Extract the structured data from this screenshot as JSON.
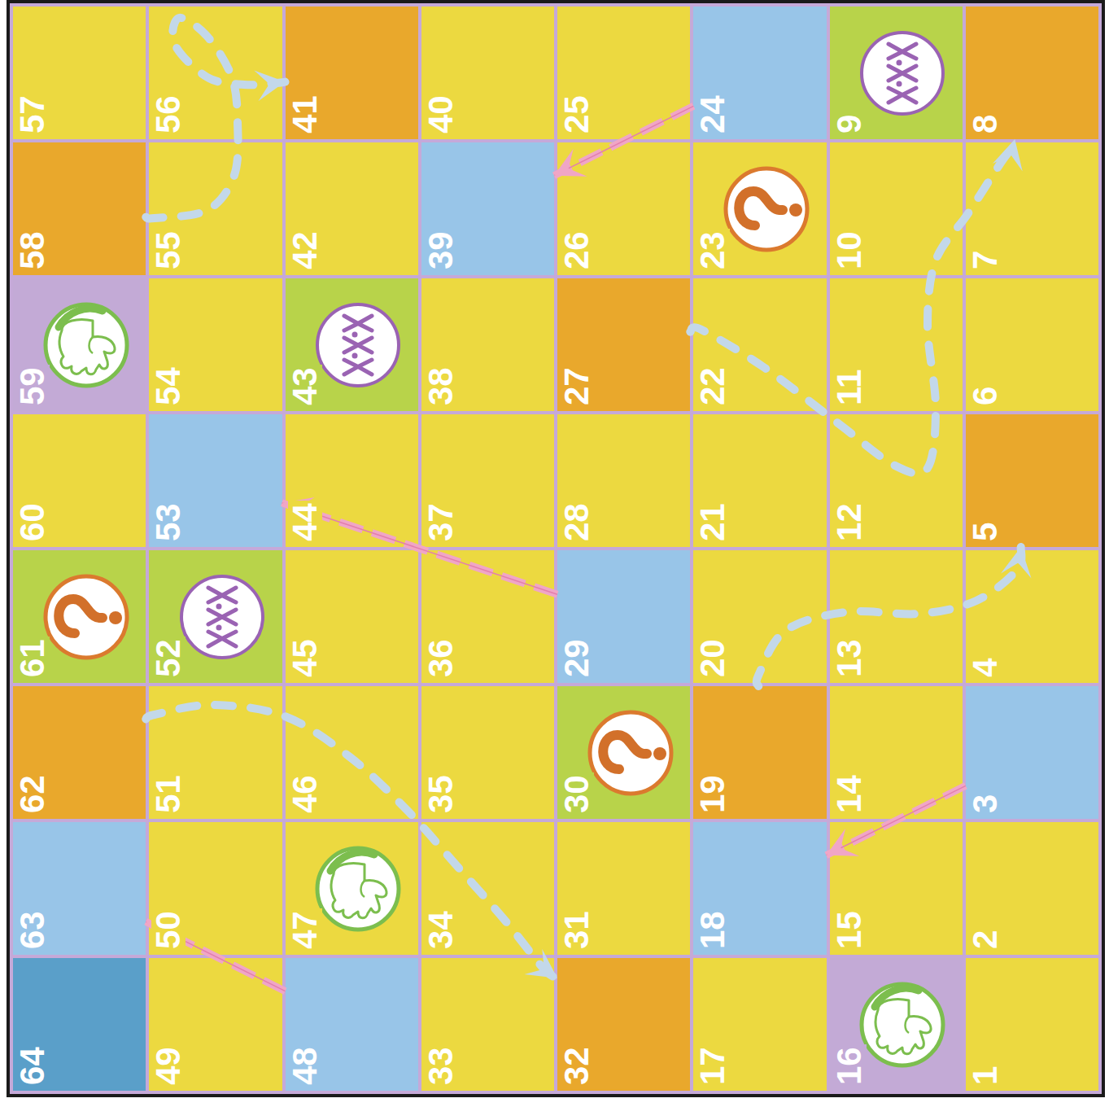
{
  "diagram": {
    "nodes": [
      {
        "text": [
          "57"
        ]
      },
      {
        "text": [
          "56"
        ]
      },
      {
        "text": [
          "41"
        ]
      },
      {
        "text": [
          "40"
        ]
      },
      {
        "text": [
          "25"
        ]
      },
      {
        "text": [
          "24"
        ]
      },
      {
        "text": [
          "9"
        ]
      },
      {
        "text": [
          "8"
        ]
      },
      {
        "text": [
          "58"
        ]
      },
      {
        "text": [
          "55"
        ]
      },
      {
        "text": [
          "42"
        ]
      },
      {
        "text": [
          "39"
        ]
      },
      {
        "text": [
          "26"
        ]
      },
      {
        "text": [
          "23"
        ]
      },
      {
        "text": [
          "10"
        ]
      },
      {
        "text": [
          "7"
        ]
      },
      {
        "text": [
          "59"
        ]
      },
      {
        "text": [
          "54"
        ]
      },
      {
        "text": [
          "43"
        ]
      },
      {
        "text": [
          "38"
        ]
      },
      {
        "text": [
          "27"
        ]
      },
      {
        "text": [
          "22"
        ]
      },
      {
        "text": [
          "11"
        ]
      },
      {
        "text": [
          "6"
        ]
      },
      {
        "text": [
          "60"
        ]
      },
      {
        "text": [
          "53"
        ]
      },
      {
        "text": [
          "44"
        ]
      },
      {
        "text": [
          "37"
        ]
      },
      {
        "text": [
          "28"
        ]
      },
      {
        "text": [
          "21"
        ]
      },
      {
        "text": [
          "12"
        ]
      },
      {
        "text": [
          "5"
        ]
      },
      {
        "text": [
          "61"
        ]
      },
      {
        "text": [
          "52"
        ]
      },
      {
        "text": [
          "45"
        ]
      },
      {
        "text": [
          "36"
        ]
      },
      {
        "text": [
          "29"
        ]
      },
      {
        "text": [
          "20"
        ]
      },
      {
        "text": [
          "13"
        ]
      },
      {
        "text": [
          "4"
        ]
      },
      {
        "text": [
          "62"
        ]
      },
      {
        "text": [
          "51"
        ]
      },
      {
        "text": [
          "46"
        ]
      },
      {
        "text": [
          "35"
        ]
      },
      {
        "text": [
          "30"
        ]
      },
      {
        "text": [
          "19"
        ]
      },
      {
        "text": [
          "14"
        ]
      },
      {
        "text": [
          "3"
        ]
      },
      {
        "text": [
          "63"
        ]
      },
      {
        "text": [
          "50"
        ]
      },
      {
        "text": [
          "47"
        ]
      },
      {
        "text": [
          "34"
        ]
      },
      {
        "text": [
          "31"
        ]
      },
      {
        "text": [
          "18"
        ]
      },
      {
        "text": [
          "15"
        ]
      },
      {
        "text": [
          "2"
        ]
      },
      {
        "text": [
          "64"
        ]
      },
      {
        "text": [
          "49"
        ]
      },
      {
        "text": [
          "48"
        ]
      },
      {
        "text": [
          "33"
        ]
      },
      {
        "text": [
          "32"
        ]
      },
      {
        "text": [
          "17"
        ]
      },
      {
        "text": [
          "16"
        ]
      },
      {
        "text": [
          "1"
        ]
      }
    ],
    "edges": [
      {
        "from": 8,
        "to": 2,
        "arrow": "to"
      },
      {
        "from": 40,
        "to": 60,
        "arrow": "to"
      },
      {
        "from": 45,
        "to": 31,
        "arrow": "to"
      },
      {
        "from": 20,
        "to": 7,
        "arrow": "to"
      },
      {
        "from": 5,
        "to": 11,
        "arrow": "to"
      },
      {
        "from": 36,
        "to": 25,
        "arrow": "to"
      },
      {
        "from": 47,
        "to": 53,
        "arrow": "to"
      },
      {
        "from": 58,
        "to": 48,
        "arrow": "to"
      }
    ]
  }
}
